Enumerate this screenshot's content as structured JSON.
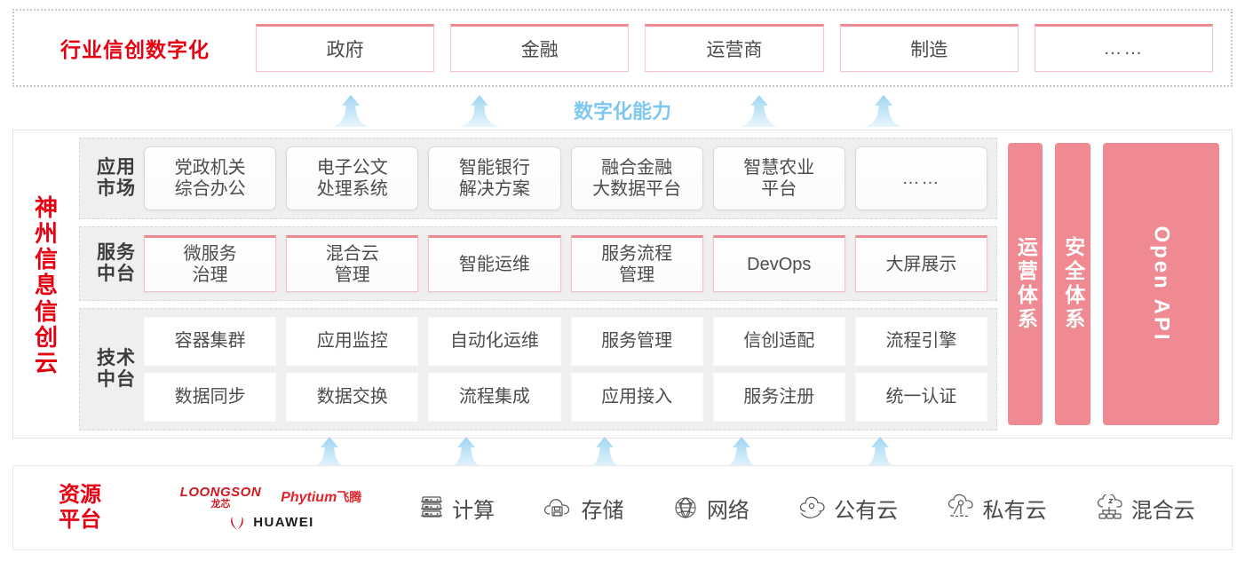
{
  "colors": {
    "brand_red": "#e60012",
    "pillar_pink": "#ef8a92",
    "card_accent": "#ef8a95",
    "arrow_blue": "#7ec8ef",
    "layer_bg": "#efefef"
  },
  "industry": {
    "title": "行业信创数字化",
    "cards": [
      {
        "label": "政府"
      },
      {
        "label": "金融"
      },
      {
        "label": "运营商"
      },
      {
        "label": "制造"
      },
      {
        "label": "……"
      }
    ]
  },
  "capability": {
    "label": "数字化能力",
    "arrow_count": 4,
    "arrow_icon": "up-arrow-icon"
  },
  "cloud": {
    "title_chars": [
      "神",
      "州",
      "信",
      "息",
      "信",
      "创",
      "云"
    ],
    "layers": [
      {
        "key": "app-market",
        "label_lines": [
          "应用",
          "市场"
        ],
        "cells": [
          {
            "lines": [
              "党政机关",
              "综合办公"
            ]
          },
          {
            "lines": [
              "电子公文",
              "处理系统"
            ]
          },
          {
            "lines": [
              "智能银行",
              "解决方案"
            ]
          },
          {
            "lines": [
              "融合金融",
              "大数据平台"
            ]
          },
          {
            "lines": [
              "智慧农业",
              "平台"
            ]
          },
          {
            "lines": [
              "……"
            ]
          }
        ]
      },
      {
        "key": "service-platform",
        "label_lines": [
          "服务",
          "中台"
        ],
        "cells": [
          {
            "lines": [
              "微服务",
              "治理"
            ]
          },
          {
            "lines": [
              "混合云",
              "管理"
            ]
          },
          {
            "lines": [
              "智能运维"
            ]
          },
          {
            "lines": [
              "服务流程",
              "管理"
            ]
          },
          {
            "lines": [
              "DevOps"
            ]
          },
          {
            "lines": [
              "大屏展示"
            ]
          }
        ]
      },
      {
        "key": "tech-platform",
        "label_lines": [
          "技术",
          "中台"
        ],
        "rows": [
          [
            "容器集群",
            "应用监控",
            "自动化运维",
            "服务管理",
            "信创适配",
            "流程引擎"
          ],
          [
            "数据同步",
            "数据交换",
            "流程集成",
            "应用接入",
            "服务注册",
            "统一认证"
          ]
        ]
      }
    ],
    "pillars": [
      {
        "text": "运营体系",
        "orientation": "vertical-cn"
      },
      {
        "text": "安全体系",
        "orientation": "vertical-cn"
      },
      {
        "text": "Open API",
        "orientation": "rotated-en"
      }
    ]
  },
  "bottom_arrows": {
    "arrow_count": 5,
    "arrow_icon": "up-arrow-icon"
  },
  "resource": {
    "title_lines": [
      "资源",
      "平台"
    ],
    "vendors": [
      {
        "name": "LOONGSON",
        "cn": "龙芯",
        "icon": "loongson-logo"
      },
      {
        "name": "Phytium",
        "cn": "飞腾",
        "icon": "phytium-logo"
      },
      {
        "name": "HUAWEI",
        "cn": "",
        "icon": "huawei-logo"
      }
    ],
    "items": [
      {
        "label": "计算",
        "icon": "server-icon"
      },
      {
        "label": "存储",
        "icon": "cloud-storage-icon"
      },
      {
        "label": "网络",
        "icon": "network-globe-icon"
      },
      {
        "label": "公有云",
        "icon": "public-cloud-icon"
      },
      {
        "label": "私有云",
        "icon": "private-cloud-icon"
      },
      {
        "label": "混合云",
        "icon": "hybrid-cloud-icon"
      }
    ]
  }
}
